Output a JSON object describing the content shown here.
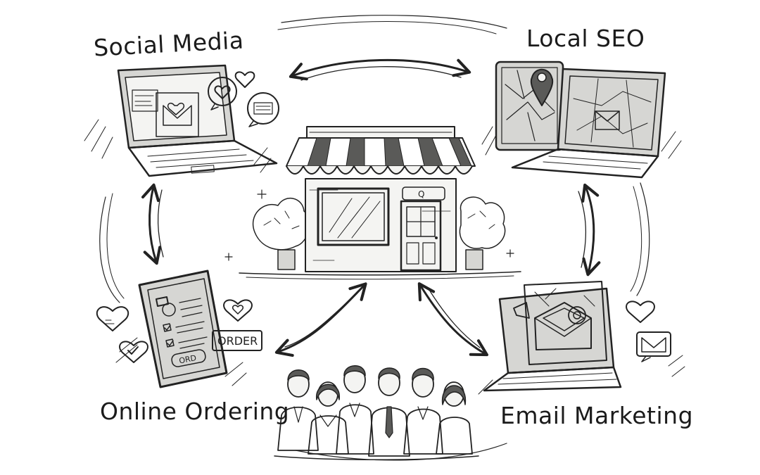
{
  "nodes": {
    "social_media": "Social Media",
    "local_seo": "Local SEO",
    "online_ordering": "Online Ordering",
    "email_marketing": "Email Marketing"
  },
  "phone": {
    "order_tag": "ORDER",
    "order_button": "ORD"
  },
  "shop": {
    "door_sign": "Q"
  },
  "colors": {
    "ink": "#222222",
    "shade": "#d6d6d3",
    "paper": "#f4f4f2"
  }
}
